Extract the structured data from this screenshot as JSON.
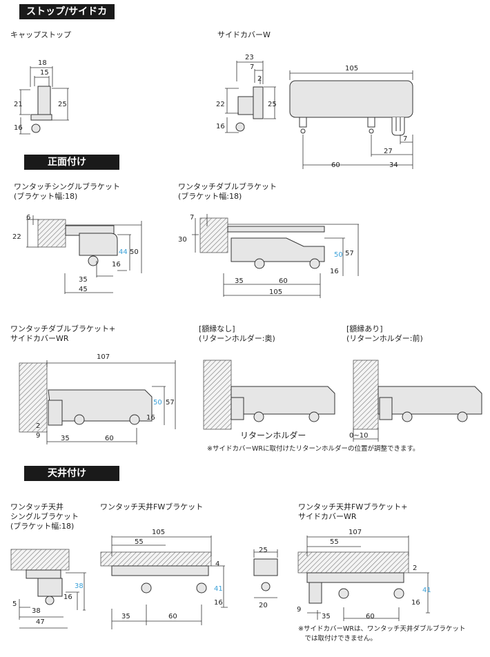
{
  "sections": {
    "stop_side_cover": "ストップ/サイドカバー",
    "front_mount": "正面付け",
    "ceiling_mount": "天井付け"
  },
  "labels": {
    "cap_stop": "キャップストップ",
    "side_cover_w": "サイドカバーW",
    "one_touch_single": "ワンタッチシングルブラケット\n(ブラケット幅:18)",
    "one_touch_double": "ワンタッチダブルブラケット\n(ブラケット幅:18)",
    "double_plus_wr": "ワンタッチダブルブラケット+\nサイドカバーWR",
    "no_frame": "[額縁なし]\n(リターンホルダー:奥)",
    "with_frame": "[額縁あり]\n(リターンホルダー:前)",
    "return_holder": "リターンホルダー",
    "note_return_holder": "※サイドカバーWRに取付けたリターンホルダーの位置が調整できます。",
    "ceiling_single": "ワンタッチ天井\nシングルブラケット\n(ブラケット幅:18)",
    "ceiling_fw": "ワンタッチ天井FWブラケット",
    "ceiling_fw_wr": "ワンタッチ天井FWブラケット+\nサイドカバーWR",
    "note_ceiling": "※サイドカバーWRは、ワンタッチ天井ダブルブラケット\n　では取付けできません。"
  },
  "dimensions": {
    "cap_stop": [
      "18",
      "15",
      "21",
      "25",
      "16"
    ],
    "side_cover_w": [
      "23",
      "7",
      "2",
      "22",
      "25",
      "16"
    ],
    "rail_end": [
      "105",
      "7",
      "27",
      "60",
      "34"
    ],
    "single_bracket": [
      "6",
      "22",
      "44",
      "50",
      "16",
      "35",
      "45"
    ],
    "double_bracket": [
      "7",
      "30",
      "50",
      "57",
      "16",
      "35",
      "60",
      "105"
    ],
    "double_wr": [
      "107",
      "50",
      "57",
      "16",
      "2",
      "9",
      "35",
      "60"
    ],
    "with_frame": [
      "0~10"
    ],
    "ceiling_single": [
      "38",
      "16",
      "5",
      "38",
      "47"
    ],
    "ceiling_fw": [
      "105",
      "55",
      "4",
      "41",
      "16",
      "35",
      "60",
      "25",
      "20"
    ],
    "ceiling_fw_wr": [
      "107",
      "55",
      "2",
      "41",
      "16",
      "9",
      "35",
      "60"
    ]
  },
  "colors": {
    "header_bg": "#1a1a1a",
    "blue_dim": "#3aa0d8",
    "hatch": "#888888",
    "body_fill": "#e6e6e6"
  }
}
